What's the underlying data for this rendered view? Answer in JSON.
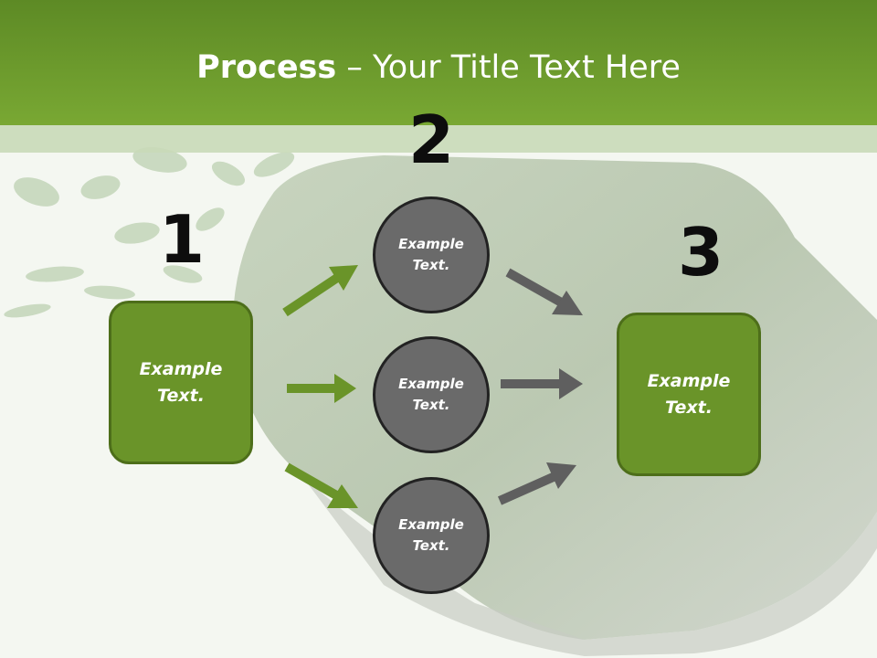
{
  "slide": {
    "title_bold": "Process",
    "title_rest": " – Your Title Text Here"
  },
  "steps": {
    "num1": "1",
    "num2": "2",
    "num3": "3"
  },
  "boxes": {
    "left": "Example\nText.",
    "right": "Example\nText."
  },
  "circles": {
    "top": "Example\nText.",
    "middle": "Example\nText.",
    "bottom": "Example\nText."
  },
  "colors": {
    "header_green": "#79a833",
    "box_green": "#6a9429",
    "circle_gray": "#6a6a6a",
    "arrow_green": "#6a9429",
    "arrow_gray": "#5f5f5f"
  }
}
